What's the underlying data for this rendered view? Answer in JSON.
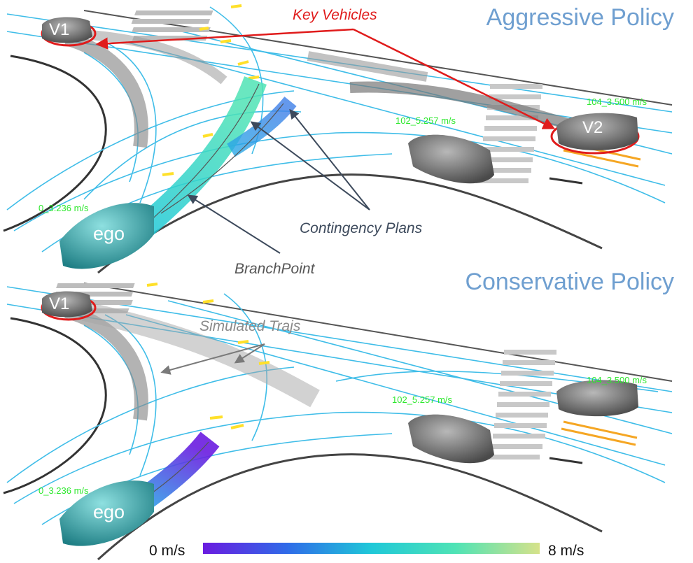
{
  "panels": {
    "top": {
      "title": "Aggressive Policy",
      "speeds": {
        "ego": "0_3.236  m/s",
        "mid": "102_5.257  m/s",
        "right": "104_3.500  m/s"
      },
      "vehicles": {
        "v1": "V1",
        "v2": "V2",
        "ego": "ego"
      }
    },
    "bottom": {
      "title": "Conservative Policy",
      "speeds": {
        "ego": "0_3.236  m/s",
        "mid": "102_5.257  m/s",
        "right": "104_3.500  m/s"
      },
      "vehicles": {
        "v1": "V1",
        "ego": "ego"
      }
    }
  },
  "annotations": {
    "key_vehicles": "Key Vehicles",
    "contingency_plans": "Contingency Plans",
    "branch_point": "BranchPoint",
    "simulated_trajs": "Simulated Trajs"
  },
  "colorbar": {
    "min_label": "0 m/s",
    "max_label": "8 m/s",
    "colors": [
      "#6a1be0",
      "#2f6be8",
      "#1fc8d8",
      "#4fe3b5",
      "#d6e28a"
    ]
  },
  "colors": {
    "lane": "#3fbde8",
    "title": "#6f9fd0",
    "key_arrow": "#e01b1b",
    "annotation": "#3d4a5c",
    "speed_text": "#2ee82e",
    "ego_car": "#4fc3c3"
  }
}
